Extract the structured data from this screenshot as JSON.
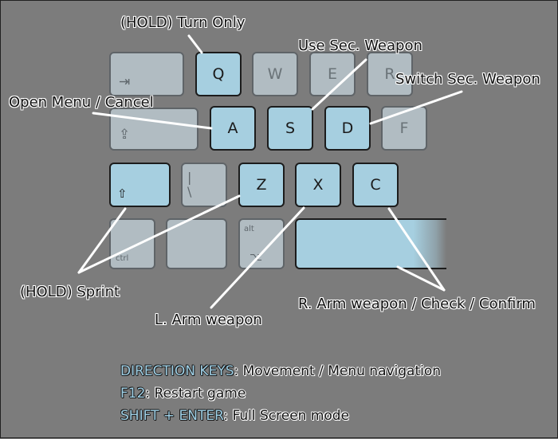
{
  "keys": {
    "q": "Q",
    "w": "W",
    "e": "E",
    "r": "R",
    "a": "A",
    "s": "S",
    "d": "D",
    "f": "F",
    "z": "Z",
    "x": "X",
    "c": "C"
  },
  "key_glyphs": {
    "tab": "⇥",
    "caps": "⇪",
    "shift": "⇧",
    "backslash": "|\\",
    "ctrl": "ctrl",
    "alt_top": "alt",
    "alt_bottom": "⌥"
  },
  "labels": {
    "turn_only": "(HOLD) Turn Only",
    "use_sec_weapon": "Use Sec. Weapon",
    "switch_sec_weapon": "Switch Sec. Weapon",
    "open_menu": "Open Menu / Cancel",
    "sprint": "(HOLD) Sprint",
    "l_arm": "L. Arm weapon",
    "r_arm": "R. Arm weapon / Check / Confirm"
  },
  "info": {
    "direction_key": "DIRECTION KEYS",
    "direction_desc": ": Movement / Menu navigation",
    "f12_key": "F12",
    "f12_desc": ": Restart game",
    "fullscreen_key": "SHIFT + ENTER",
    "fullscreen_desc": ": Full Screen mode"
  },
  "colors": {
    "active_key": "#a6cfe0",
    "inactive_key": "#b1bcc2",
    "background": "#7c7c7c",
    "keyword": "#9fd0e6"
  }
}
